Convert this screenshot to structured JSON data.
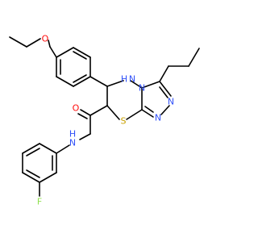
{
  "atoms": {
    "O": {
      "text": "O",
      "color": "#ff0d0d"
    },
    "NH": {
      "text": "H",
      "color": "#3050f8"
    },
    "N_ring": {
      "text": "N",
      "color": "#3050f8"
    },
    "N_a": {
      "text": "N",
      "color": "#3050f8"
    },
    "N_b": {
      "text": "N",
      "color": "#3050f8"
    },
    "N_c": {
      "text": "N",
      "color": "#3050f8"
    },
    "S": {
      "text": "S",
      "color": "#c8a000"
    },
    "O_amide": {
      "text": "O",
      "color": "#ff0d0d"
    },
    "NH_amide": {
      "text": "H",
      "color": "#3050f8"
    },
    "N_amide": {
      "text": "N",
      "color": "#3050f8"
    },
    "F": {
      "text": "F",
      "color": "#90e050"
    },
    "N_h": {
      "text": "N",
      "color": "#3050f8"
    }
  }
}
